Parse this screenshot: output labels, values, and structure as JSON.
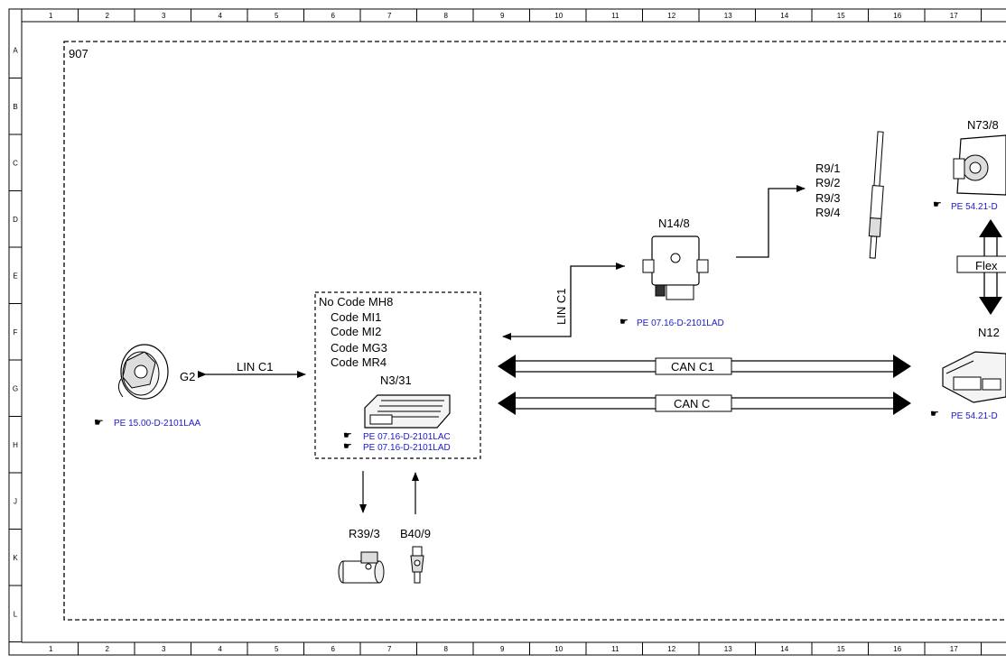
{
  "sheet": {
    "frame_id": "907",
    "columns": [
      "1",
      "2",
      "3",
      "4",
      "5",
      "6",
      "7",
      "8",
      "9",
      "10",
      "11",
      "12",
      "13",
      "14",
      "15",
      "16",
      "17"
    ],
    "rows": [
      "A",
      "B",
      "C",
      "D",
      "E",
      "F",
      "G",
      "H",
      "J",
      "K",
      "L"
    ]
  },
  "components": {
    "g2": {
      "label": "G2",
      "ref": "PE 15.00-D-2101LAA"
    },
    "n3_31": {
      "label": "N3/31",
      "codes": [
        "No Code MH8",
        "Code MI1",
        "Code MI2",
        "Code MG3",
        "Code MR4"
      ],
      "refs": [
        "PE 07.16-D-2101LAC",
        "PE 07.16-D-2101LAD"
      ]
    },
    "n14_8": {
      "label": "N14/8",
      "ref": "PE 07.16-D-2101LAD"
    },
    "r9": {
      "labels": [
        "R9/1",
        "R9/2",
        "R9/3",
        "R9/4"
      ]
    },
    "n73": {
      "label": "N73/8",
      "ref": "PE 54.21-D"
    },
    "n12": {
      "label": "N12",
      "ref": "PE 54.21-D"
    },
    "r39_3": {
      "label": "R39/3"
    },
    "b40_9": {
      "label": "B40/9"
    }
  },
  "buses": {
    "lin_c1_g2": "LIN C1",
    "lin_c1_n14": "LIN C1",
    "can_c1": "CAN C1",
    "can_c": "CAN C",
    "flex": "Flex"
  },
  "colors": {
    "link": "#1a1acc",
    "line": "#000000",
    "background": "#ffffff"
  }
}
